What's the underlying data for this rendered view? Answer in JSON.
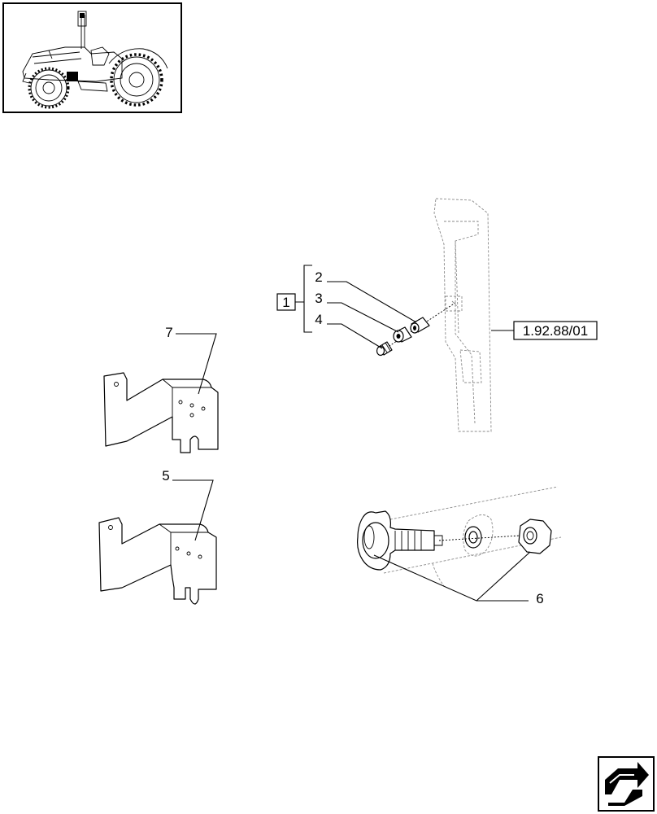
{
  "callouts": {
    "group": "1",
    "item2": "2",
    "item3": "3",
    "item4": "4",
    "item5": "5",
    "item6": "6",
    "item7": "7",
    "reference": "1.92.88/01"
  },
  "icons": {
    "thumbnail": "tractor-thumbnail-icon",
    "navigation": "next-page-arrow-icon"
  }
}
